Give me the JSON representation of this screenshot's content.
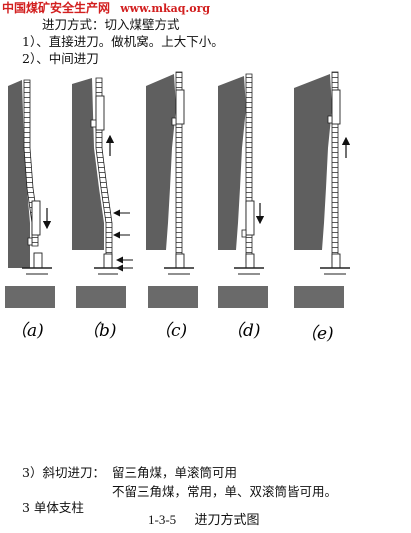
{
  "watermark": {
    "name": "中国煤矿安全生产网",
    "url": "www.mkaq.org"
  },
  "heading": "进刀方式：切入煤壁方式",
  "items": [
    "1）、直接进刀。做机窝。上大下小。",
    "2）、中间进刀"
  ],
  "figure_labels": [
    "（a)",
    "（b)",
    "（c)",
    "（d)",
    "（e)"
  ],
  "oblique": {
    "label": "3）斜切进刀：",
    "line1": "留三角煤，单滚筒可用",
    "line2": "不留三角煤，常用，单、双滚筒皆可用。",
    "partial": "3  单体支柱"
  },
  "caption": {
    "number": "1-3-5",
    "title": "进刀方式图"
  },
  "colors": {
    "seam": "#5f5f5f",
    "base": "#6a6a6a",
    "line": "#222222",
    "watermark": "#d21f1f"
  }
}
